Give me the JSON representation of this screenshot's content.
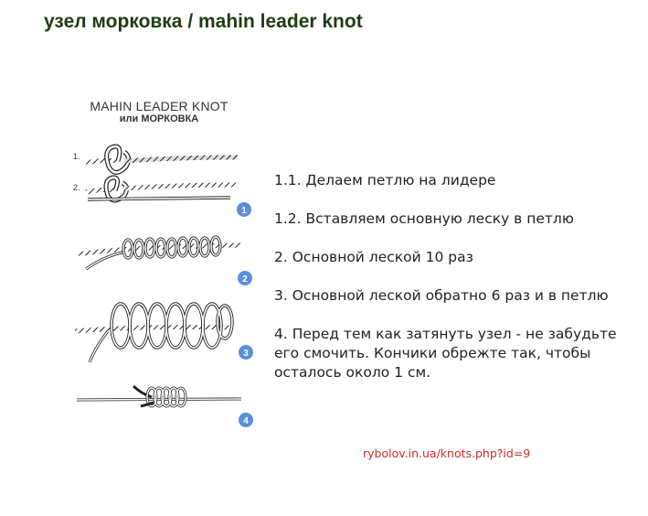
{
  "page": {
    "title": "узел морковка / mahin leader knot"
  },
  "figure": {
    "title": "MAHIN LEADER KNOT",
    "subtitle": "или МОРКОВКА",
    "row_labels": [
      "1.",
      "2."
    ],
    "badges": [
      "1",
      "2",
      "3",
      "4"
    ],
    "badge_color": "#5b8fdc"
  },
  "steps": [
    "1.1. Делаем петлю на лидере",
    "1.2. Вставляем основную леску в петлю",
    "2. Основной леской 10 раз",
    "3. Основной леской обратно 6 раз и в петлю",
    "4. Перед тем как затянуть узел - не забудьте его смочить. Кончики обрежте так, чтобы осталось около 1 см."
  ],
  "source": {
    "link_text": "rybolov.in.ua/knots.php?id=9",
    "color": "#d42a2a"
  }
}
